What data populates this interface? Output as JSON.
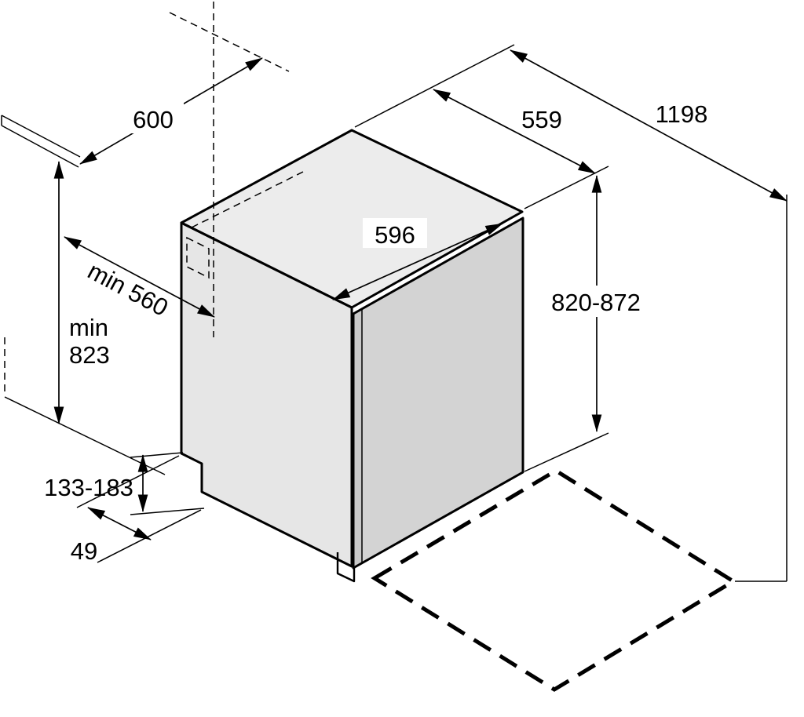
{
  "diagram": {
    "kind": "built-in dishwasher installation dimension drawing (isometric)",
    "labels": {
      "worktop_depth": "600",
      "appliance_depth": "559",
      "door_open_clearance": "1198",
      "appliance_width": "596",
      "appliance_height_range": "820-872",
      "niche_depth_min": "min 560",
      "niche_height_min": {
        "line1": "min",
        "line2": "823"
      },
      "plinth_height_range": "133-183",
      "plinth_recess_depth": "49"
    },
    "colors": {
      "background": "#ffffff",
      "line": "#000000",
      "top_face": "#ececec",
      "side_face": "#e6e6e6",
      "door_face": "#d3d3d3",
      "door_edge": "#c8c8c8"
    }
  }
}
